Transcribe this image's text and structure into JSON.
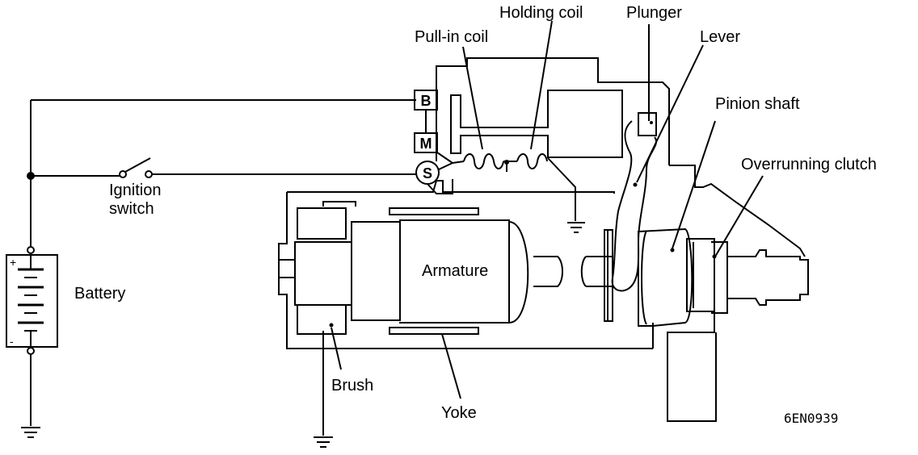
{
  "labels": {
    "holding_coil": "Holding coil",
    "plunger": "Plunger",
    "pull_in_coil": "Pull-in coil",
    "lever": "Lever",
    "pinion_shaft": "Pinion shaft",
    "overrunning_clutch": "Overrunning clutch",
    "ignition": "Ignition",
    "switch": "switch",
    "battery": "Battery",
    "armature": "Armature",
    "brush": "Brush",
    "yoke": "Yoke",
    "figure_code": "6EN0939"
  },
  "terminals": {
    "b": "B",
    "m": "M",
    "s": "S"
  },
  "battery_signs": {
    "plus": "+",
    "minus": "-"
  }
}
